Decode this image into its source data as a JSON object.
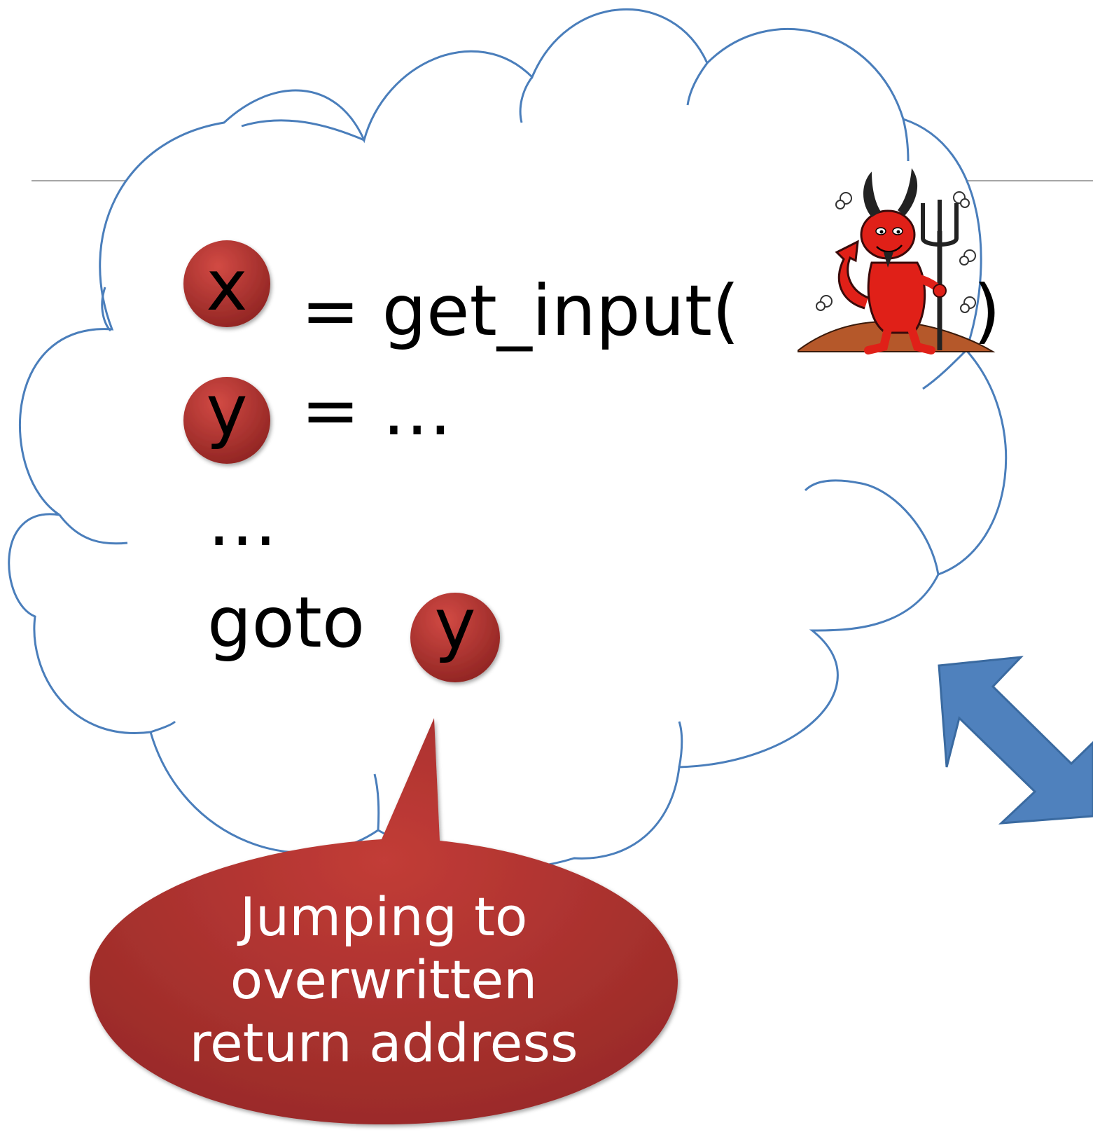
{
  "colors": {
    "cloud_stroke": "#4a7ebb",
    "variable_bubble": "#b8312f",
    "callout_fill": "#b03530",
    "arrow_fill": "#4f81bd",
    "divider_line": "#a6a6a6"
  },
  "code": {
    "line1": {
      "variable": "x",
      "text": "= get_input(",
      "close_paren": ")"
    },
    "line2": {
      "variable": "y",
      "text": "= …"
    },
    "line3": {
      "text": "…"
    },
    "line4": {
      "keyword": "goto",
      "variable": "y"
    }
  },
  "attacker_icon": "devil-with-pitchfork",
  "callout": {
    "line1": "Jumping to",
    "line2": "overwritten",
    "line3": "return address"
  },
  "arrow_icon": "double-headed-diagonal-arrow"
}
